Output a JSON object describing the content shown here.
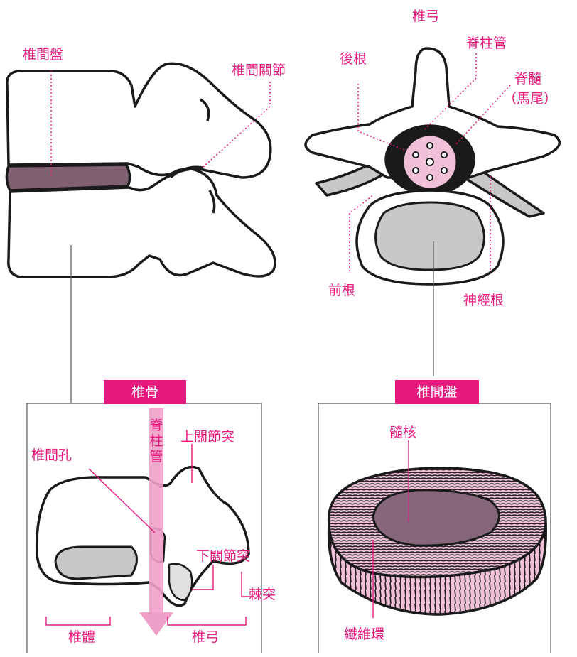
{
  "colors": {
    "accent": "#e5197e",
    "disc_purple": "#806070",
    "nucleus_purple": "#86667a",
    "annulus_pink": "#efc0d8",
    "body_gray": "#c8c8c8",
    "outline": "#1a1a1a"
  },
  "top_left": {
    "disc": "椎間盤",
    "facet_joint": "椎間關節"
  },
  "top_right": {
    "arch": "椎弓",
    "canal": "脊柱管",
    "posterior_root": "後根",
    "spinal_cord": "脊髓",
    "cauda_equina": "（馬尾）",
    "anterior_root": "前根",
    "nerve_root": "神經根"
  },
  "bottom_left": {
    "header": "椎骨",
    "canal_vertical": "脊柱管",
    "foramen": "椎間孔",
    "superior_process": "上關節突",
    "inferior_process": "下關節突",
    "spinous_process": "棘突",
    "body": "椎體",
    "arch": "椎弓"
  },
  "bottom_right": {
    "header": "椎間盤",
    "nucleus": "髓核",
    "annulus": "纖維環"
  }
}
